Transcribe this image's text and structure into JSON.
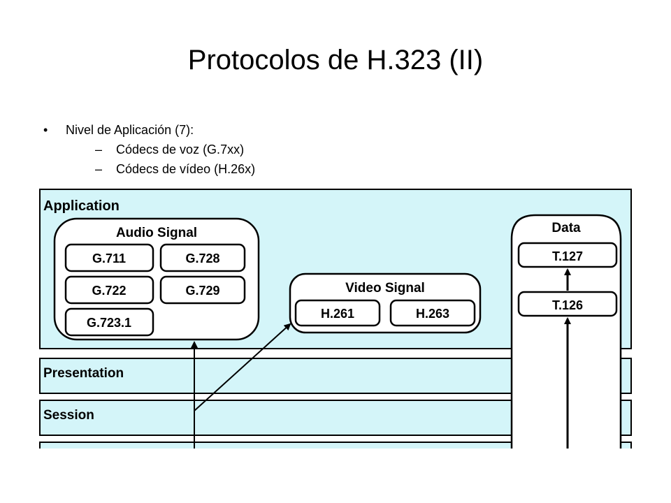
{
  "slide": {
    "title": "Protocolos de H.323 (II)",
    "bullet": "Nivel de Aplicación (7):",
    "sub_items": [
      "Códecs de voz (G.7xx)",
      "Códecs de vídeo (H.26x)"
    ]
  },
  "diagram": {
    "layers": [
      "Application",
      "Presentation",
      "Session"
    ],
    "audio": {
      "title": "Audio Signal",
      "codecs": [
        "G.711",
        "G.728",
        "G.722",
        "G.729",
        "G.723.1"
      ]
    },
    "video": {
      "title": "Video Signal",
      "codecs": [
        "H.261",
        "H.263"
      ]
    },
    "data": {
      "title": "Data",
      "protocols": [
        "T.127",
        "T.126"
      ]
    },
    "colors": {
      "layer_fill": "#d4f5f9",
      "box_fill": "#ffffff",
      "stroke": "#000000"
    }
  }
}
